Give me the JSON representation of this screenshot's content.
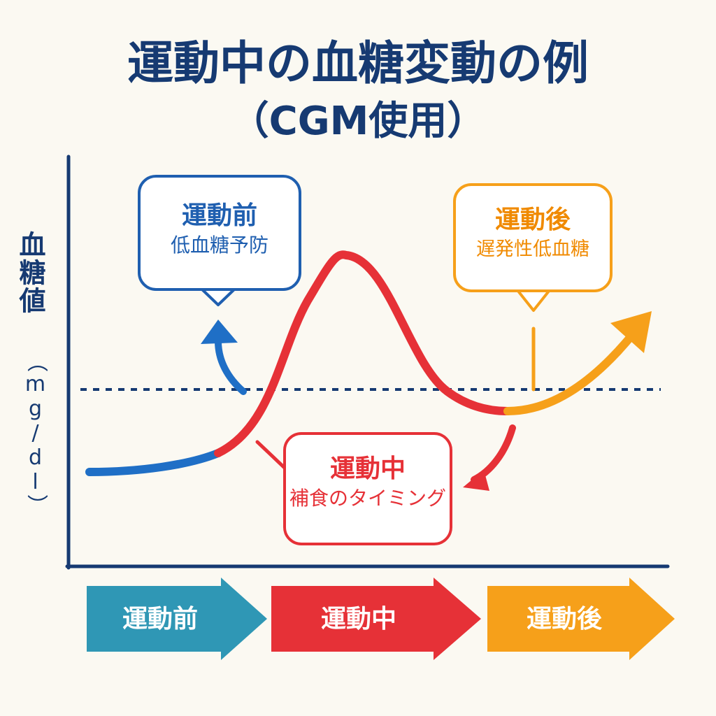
{
  "title": "運動中の血糖変動の例",
  "subtitle": "（CGM使用）",
  "y_axis": {
    "label": "血糖値",
    "unit": "（mg/dl）"
  },
  "callouts": {
    "before": {
      "title": "運動前",
      "subtitle": "低血糖予防",
      "color": "#1f5fb0"
    },
    "during": {
      "title": "運動中",
      "subtitle": "補食のタイミング",
      "color": "#e63137"
    },
    "after": {
      "title": "運動後",
      "subtitle": "遅発性低血糖",
      "color": "#f6a01a"
    }
  },
  "phases": [
    {
      "label": "運動前",
      "color": "#2f97b5"
    },
    {
      "label": "運動中",
      "color": "#e63137"
    },
    {
      "label": "運動後",
      "color": "#f6a01a"
    }
  ],
  "colors": {
    "axis": "#163a72",
    "reference_line": "#163a72",
    "curve_before": "#1f6fc6",
    "curve_during": "#e63137",
    "curve_after": "#f6a01a",
    "background": "#fbf9f2"
  }
}
